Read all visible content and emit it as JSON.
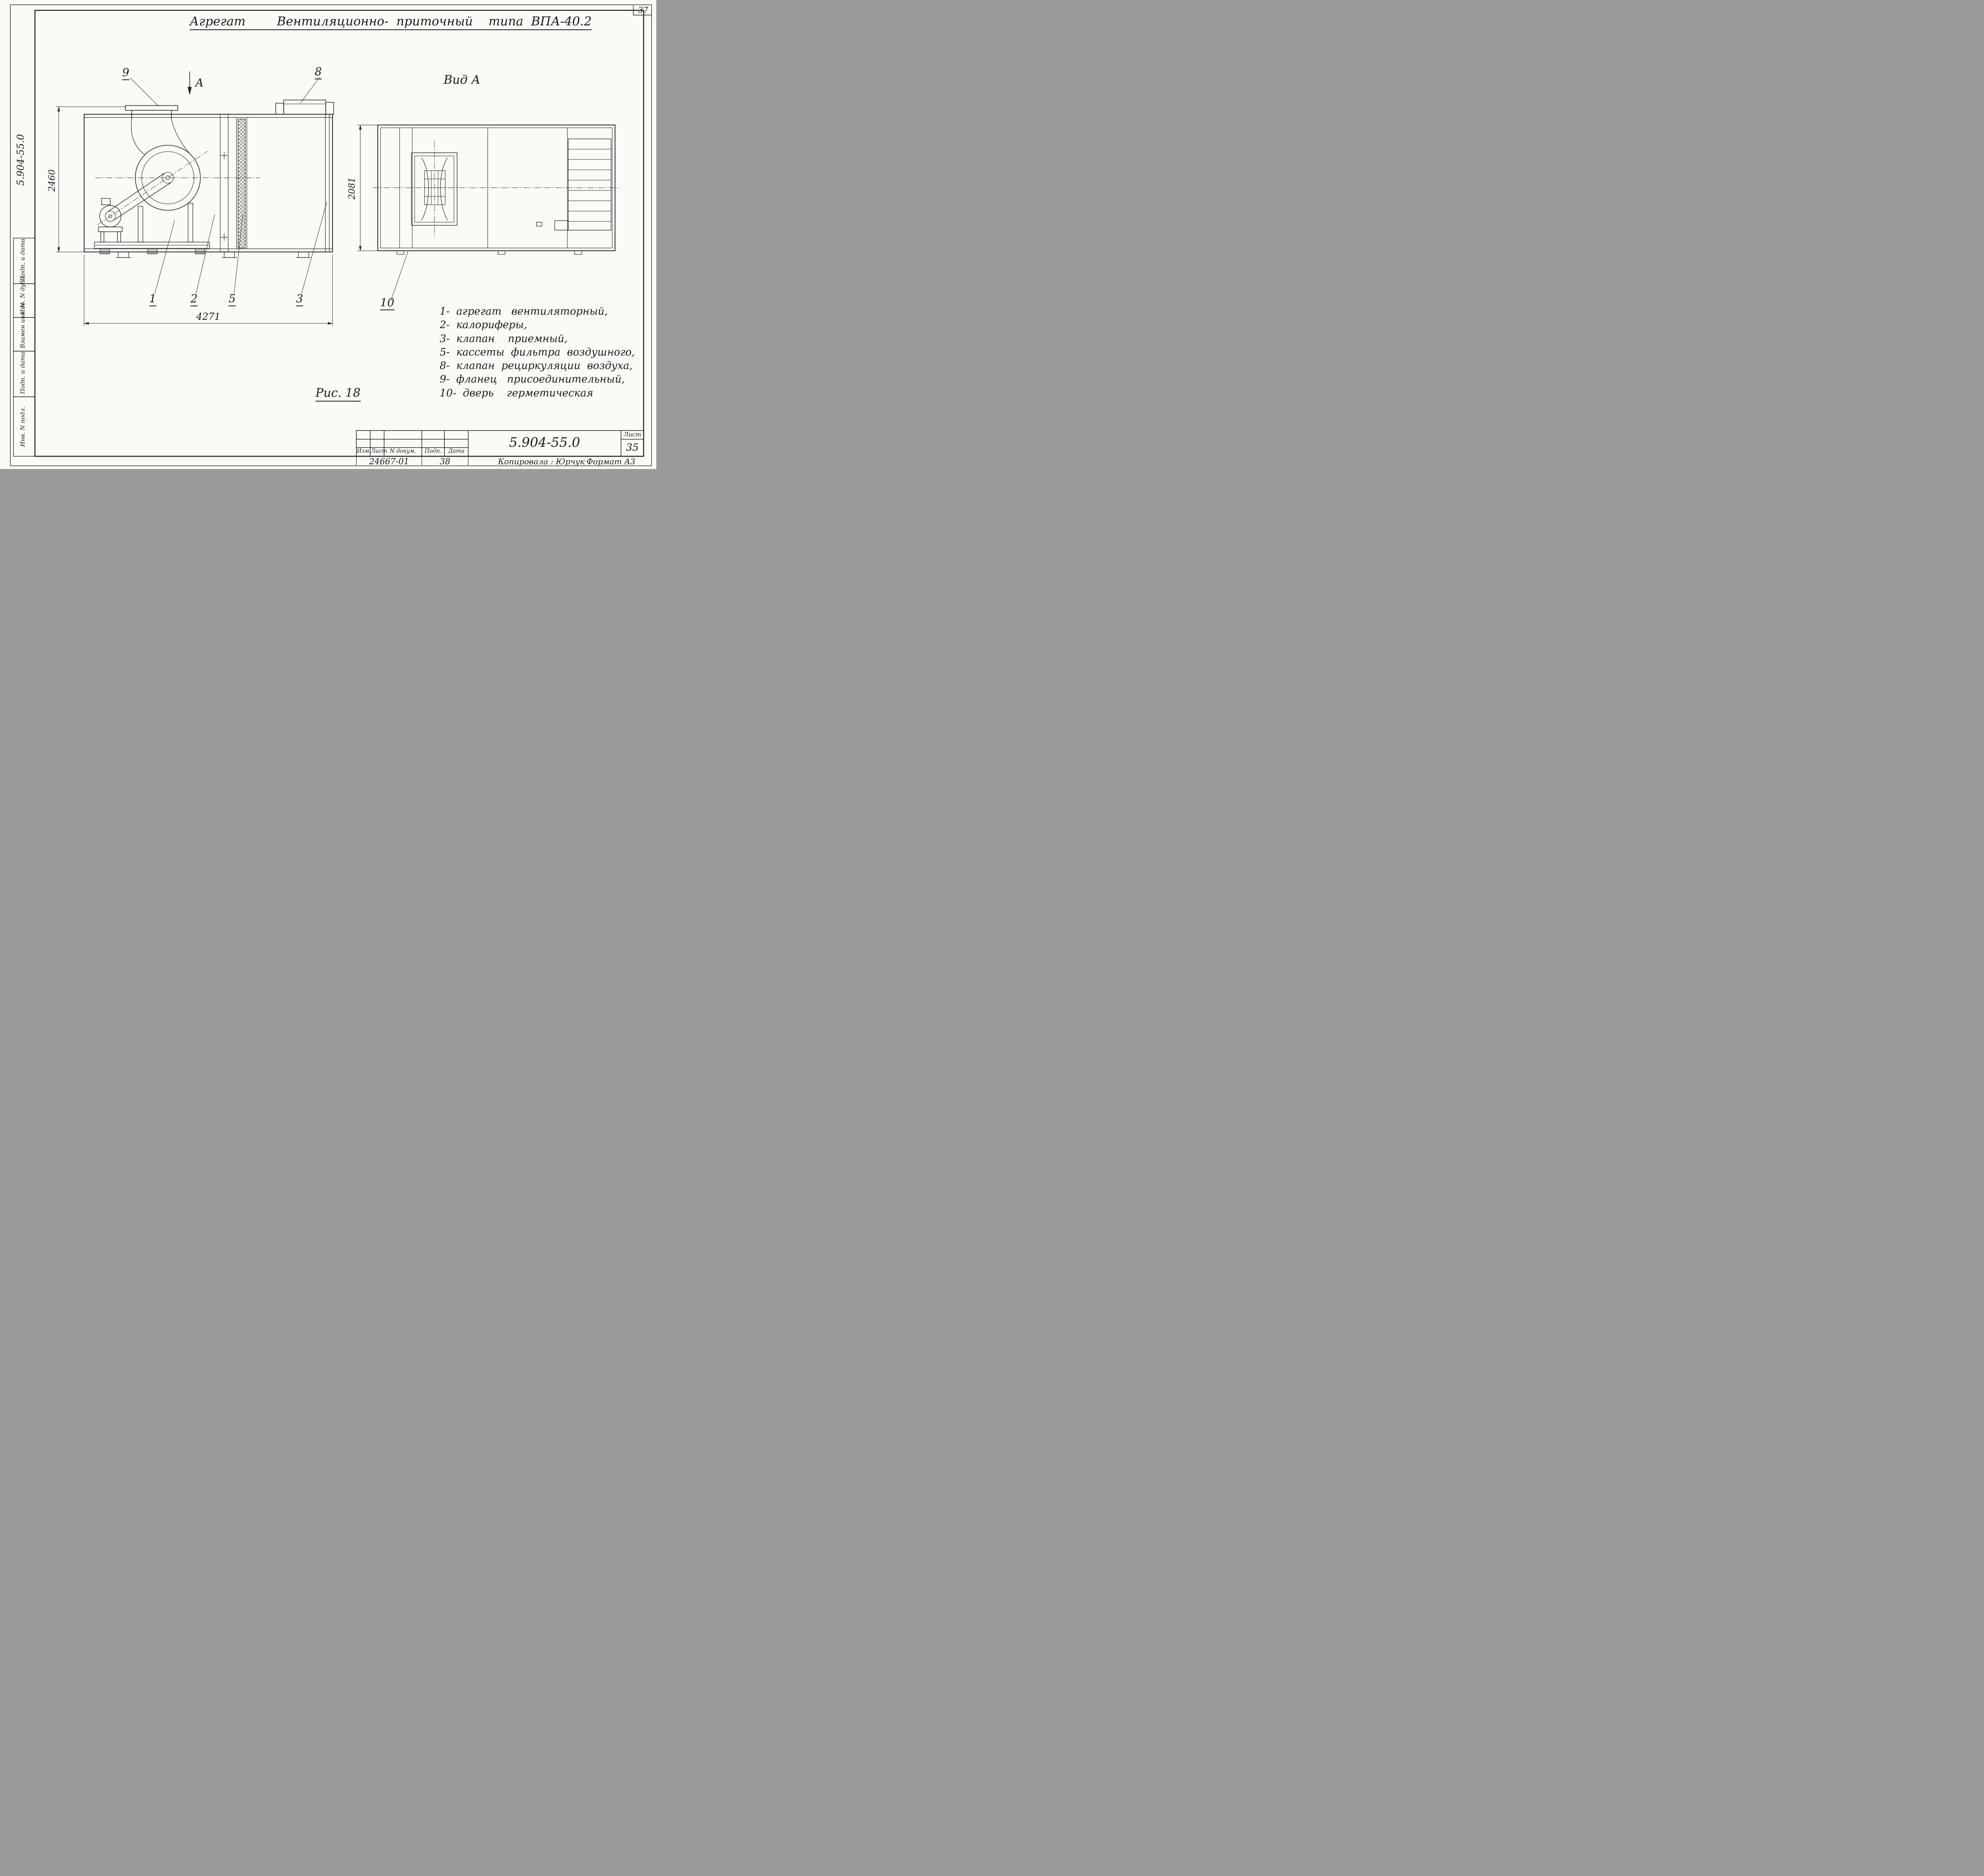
{
  "sheet": {
    "page_number": "37",
    "title": "Агрегат        Вентиляционно-  приточный    типа  ВПА-40.2",
    "figure_caption": "Рис. 18",
    "view_label": "Вид А",
    "view_arrow_label": "А"
  },
  "dimensions": {
    "height_main": "2460",
    "length_main": "4271",
    "height_view_a": "2081"
  },
  "callouts": {
    "n1": "1",
    "n2": "2",
    "n3": "3",
    "n5": "5",
    "n8": "8",
    "n9": "9",
    "n10": "10"
  },
  "legend": {
    "items": [
      "1-  агрегат   вентиляторный,",
      "2-  калориферы,",
      "3-  клапан    приемный,",
      "5-  кассеты  фильтра  воздушного,",
      "8-  клапан  рециркуляции  воздуха,",
      "9-  фланец   присоединительный,",
      "10-  дверь    герметическая"
    ]
  },
  "left_margin": {
    "doc_number": "5.904-55.0",
    "stamps": [
      "Подп. и дата",
      "Инв. N дубл.",
      "Взамен инв. N",
      "Подп. и дата",
      "Инв. N подл."
    ]
  },
  "title_block": {
    "doc_number": "5.904-55.0",
    "col_izm": "Изм.",
    "col_list": "Лист",
    "col_dokum": "N докум.",
    "col_podp": "Подп.",
    "col_data": "Дата",
    "order_number": "24667-01",
    "ref_number": "38",
    "sheet_label": "Лист",
    "sheet_number": "35",
    "copied_by": "Копировала : Юрчук",
    "format_label": "Формат А3"
  }
}
